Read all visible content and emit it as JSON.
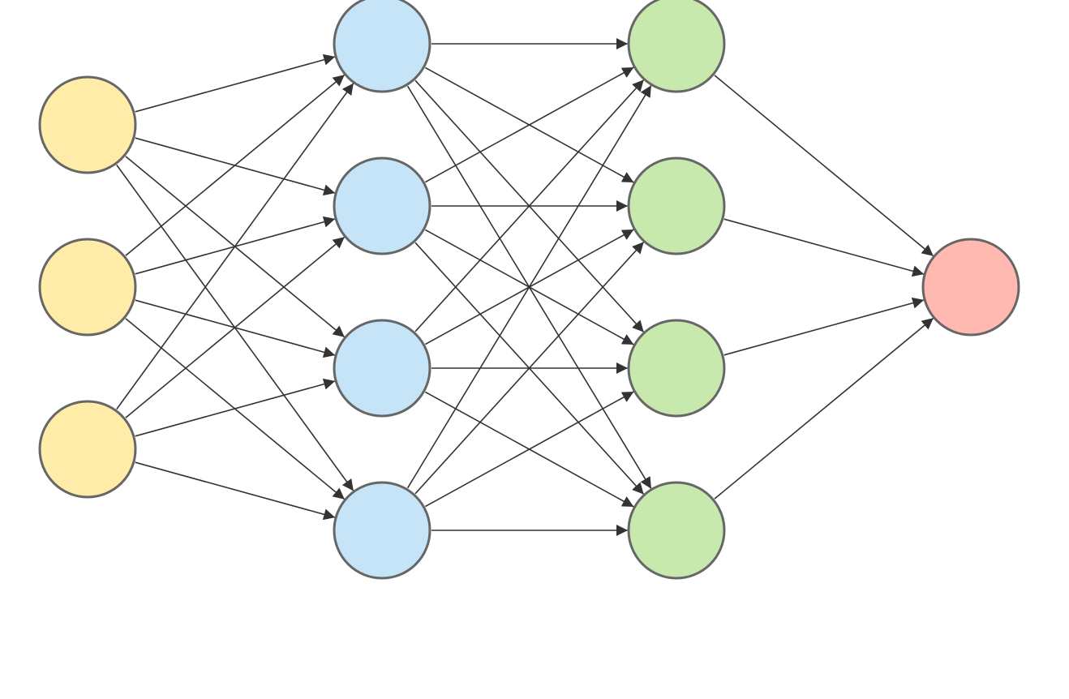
{
  "diagram": {
    "type": "feedforward-network",
    "layers": [
      {
        "id": "input",
        "size": 3,
        "color": "#FFECA8"
      },
      {
        "id": "hidden1",
        "size": 4,
        "color": "#C5E4F7"
      },
      {
        "id": "hidden2",
        "size": 4,
        "color": "#C8E9AE"
      },
      {
        "id": "output",
        "size": 1,
        "color": "#FFB9B0"
      }
    ],
    "connections": "fully-connected",
    "directed": true,
    "node_stroke_color": "#666666",
    "edge_color": "#333333"
  }
}
